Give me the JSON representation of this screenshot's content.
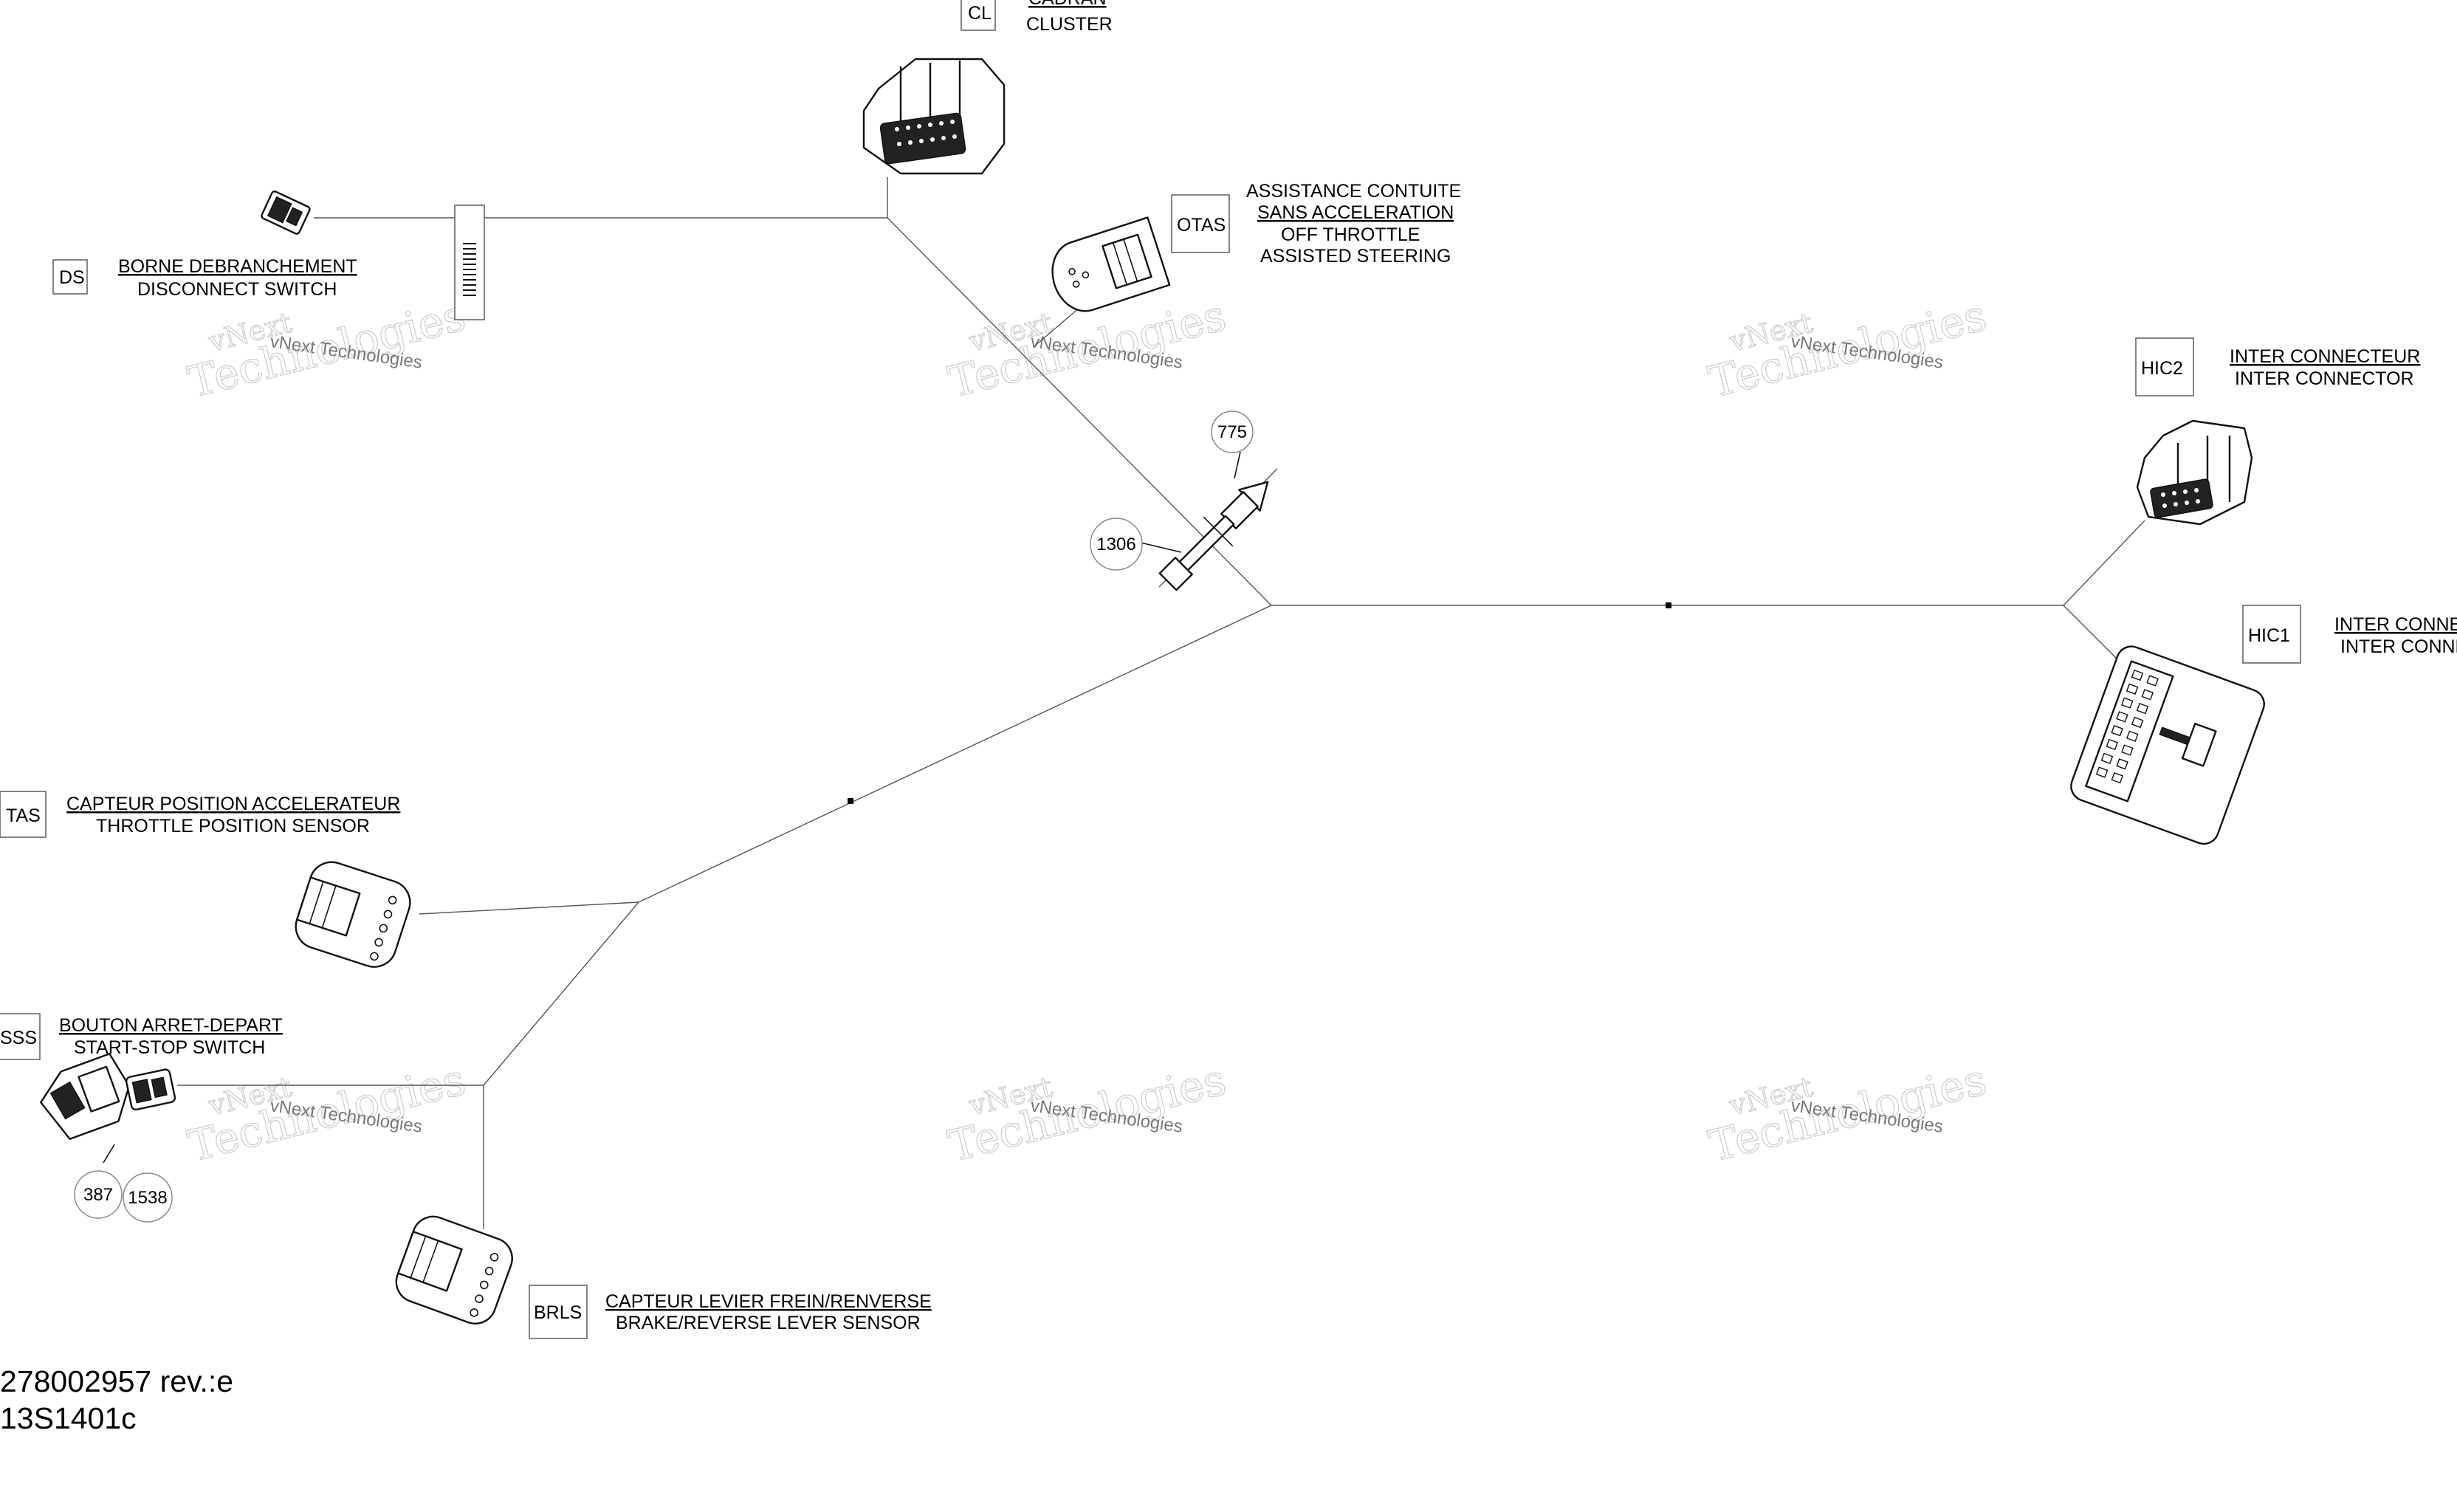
{
  "watermark": {
    "line1": "vNext Technologies",
    "line2": "Technologies",
    "line3": "vNext"
  },
  "components": {
    "CL": {
      "code": "CL",
      "fr": "CADRAN",
      "en": "CLUSTER"
    },
    "DS": {
      "code": "DS",
      "fr": "BORNE DEBRANCHEMENT",
      "en": "DISCONNECT SWITCH"
    },
    "OTAS": {
      "code": "OTAS",
      "fr1": "ASSISTANCE CONTUITE",
      "fr2": "SANS ACCELERATION",
      "en1": "OFF THROTTLE",
      "en2": "ASSISTED STEERING"
    },
    "HIC2": {
      "code": "HIC2",
      "fr": "INTER CONNECTEUR",
      "en": "INTER CONNECTOR"
    },
    "HIC1": {
      "code": "HIC1",
      "fr": "INTER CONNE",
      "en": "INTER CONNE"
    },
    "TAS": {
      "code": "TAS",
      "fr": "CAPTEUR POSITION ACCELERATEUR",
      "en": "THROTTLE POSITION SENSOR"
    },
    "SSS": {
      "code": "SSS",
      "fr": "BOUTON ARRET-DEPART",
      "en": "START-STOP SWITCH"
    },
    "BRLS": {
      "code": "BRLS",
      "fr": "CAPTEUR LEVIER FREIN/RENVERSE",
      "en": "BRAKE/REVERSE LEVER SENSOR"
    }
  },
  "callouts": {
    "c775": "775",
    "c1306": "1306",
    "c387": "387",
    "c1538": "1538"
  },
  "footer": {
    "part_number": "278002957 rev.:e",
    "drawing_ref": "13S1401c"
  },
  "icons": [
    "connector-icon",
    "fuse-icon",
    "wire-harness",
    "switch-icon"
  ]
}
